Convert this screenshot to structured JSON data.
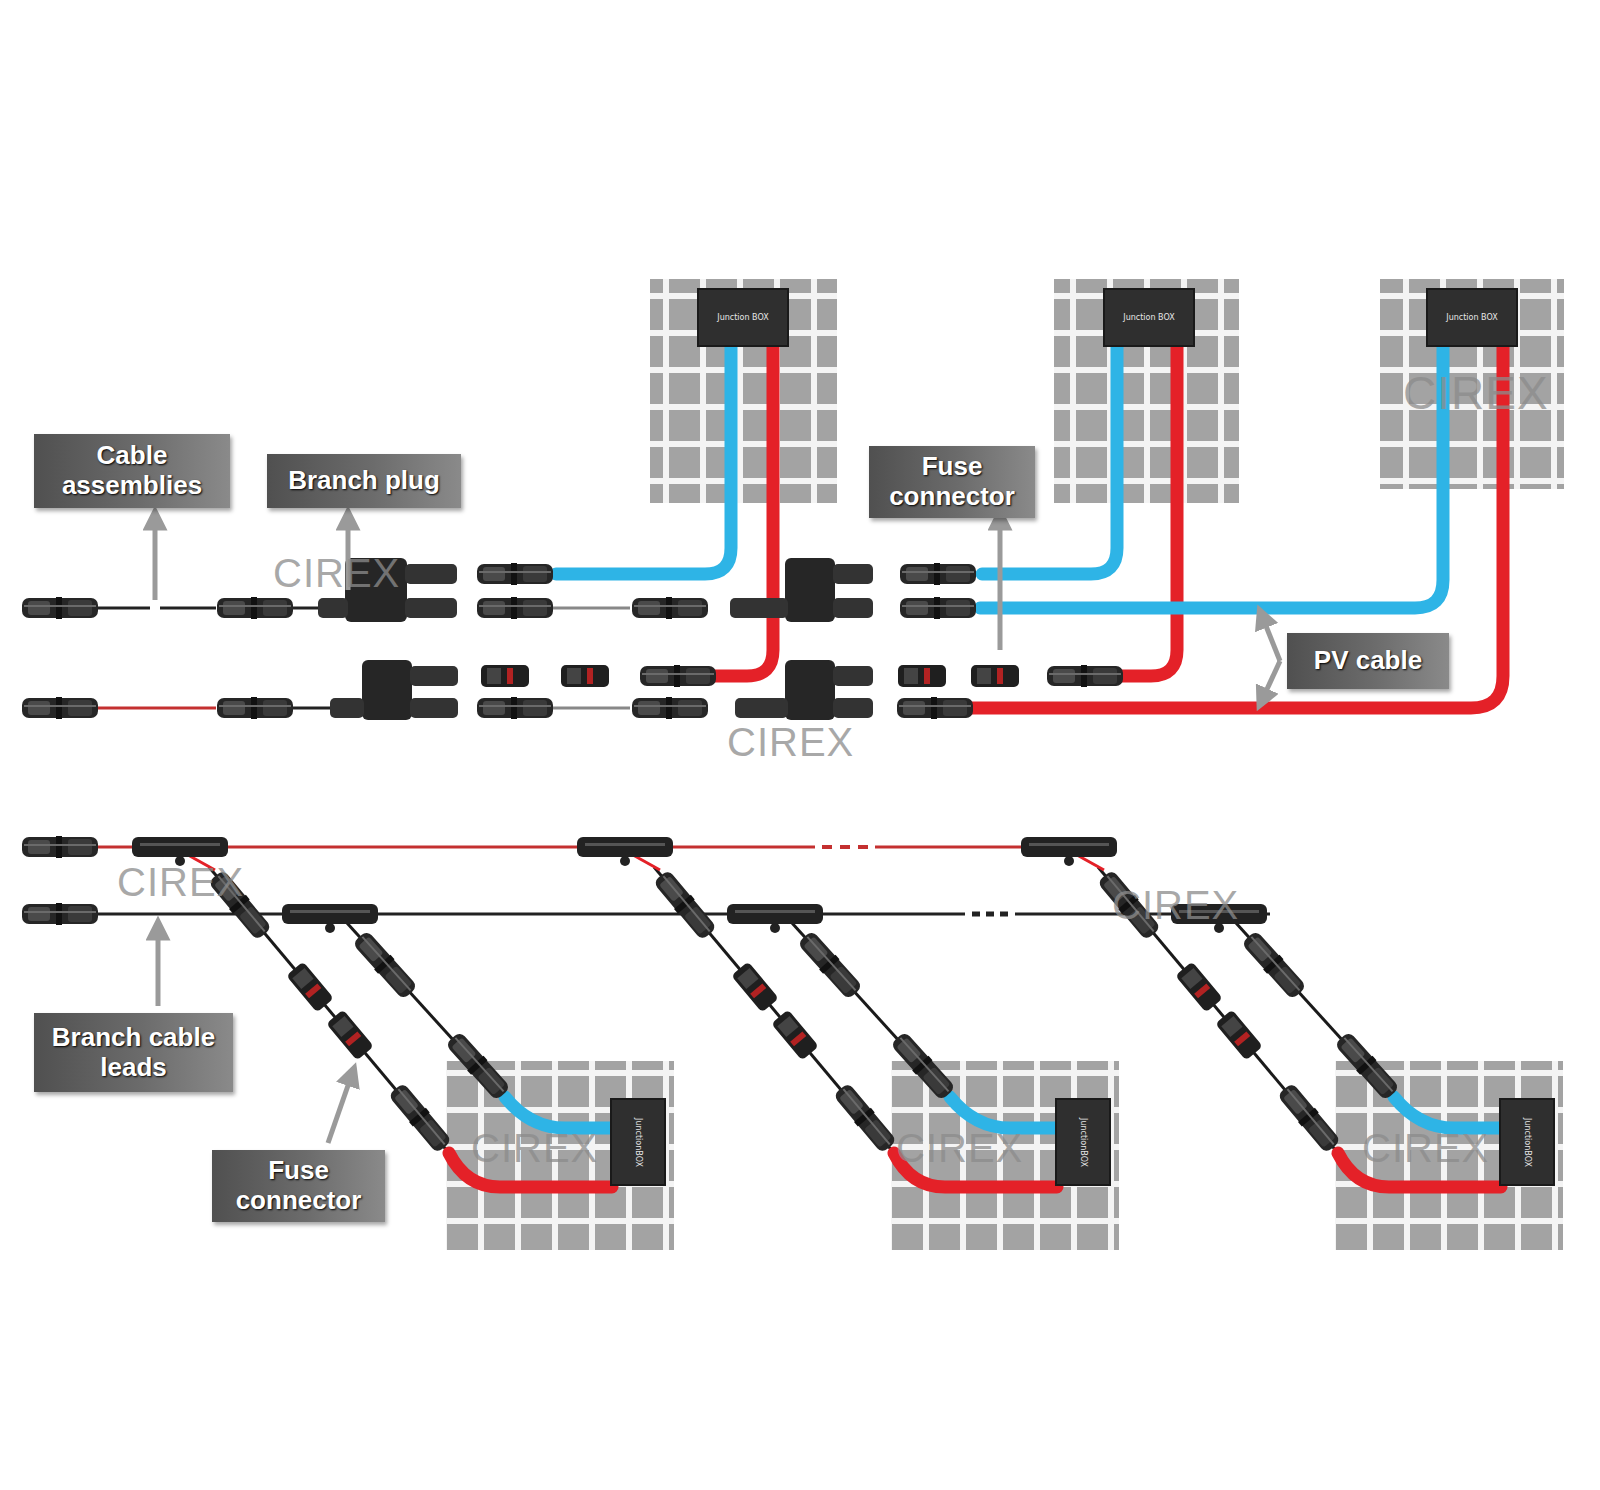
{
  "diagram": {
    "nodes": [
      {
        "text": [
          "Junction BOX"
        ]
      },
      {
        "text": [
          "Junction BOX"
        ]
      },
      {
        "text": [
          "Junction BOX"
        ]
      },
      {
        "text": [
          "Cable assemblies"
        ]
      },
      {
        "text": [
          "Branch plug"
        ]
      },
      {
        "text": [
          "Fuse connector"
        ]
      },
      {
        "text": [
          "PV cable"
        ]
      },
      {
        "text": [
          "Branch cable leads"
        ]
      },
      {
        "text": [
          "JunctionBOX"
        ]
      },
      {
        "text": [
          "JunctionBOX"
        ]
      },
      {
        "text": [
          "JunctionBOX"
        ]
      },
      {
        "text": [
          "Fuse connector"
        ]
      }
    ],
    "labels": [
      "CIREX",
      "CIREX",
      "CIREX",
      "CIREX",
      "CIREX",
      "CIREX",
      "CIREX",
      "CIREX"
    ]
  }
}
